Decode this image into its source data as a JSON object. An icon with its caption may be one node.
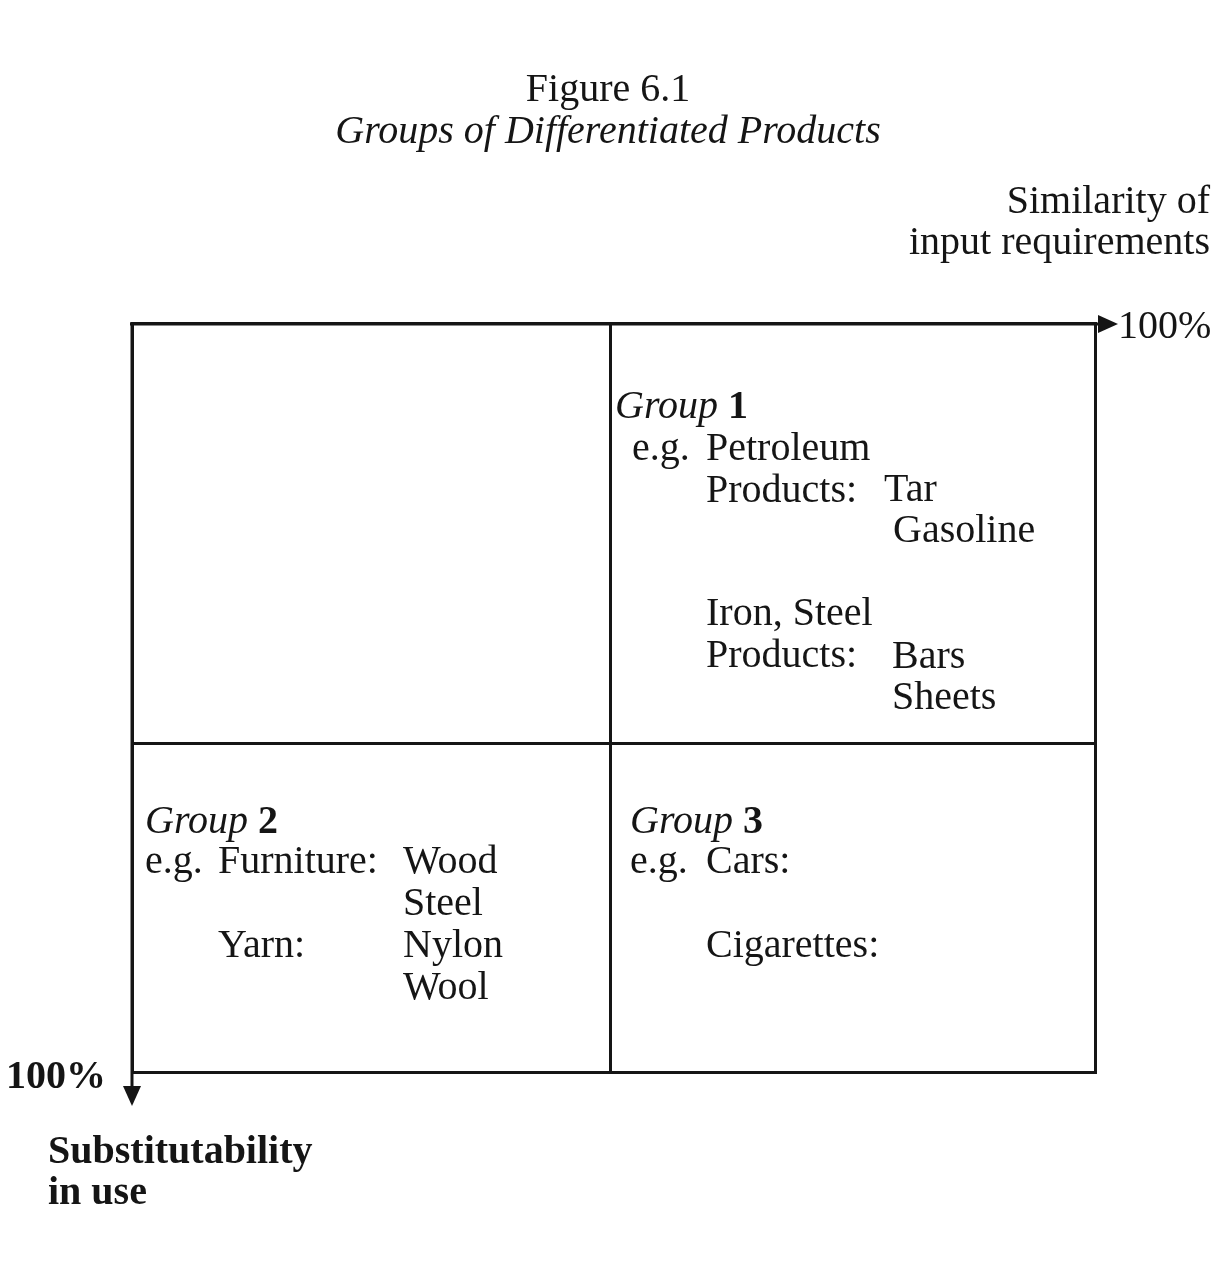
{
  "diagram": {
    "title": "Figure 6.1",
    "caption": "Groups of Differentiated Products",
    "nodes": [
      {
        "text": [],
        "shape": "box"
      },
      {
        "text": [
          "*Group* **1**",
          "e.g.",
          "Petroleum Products:",
          "Tar",
          "Gasoline",
          "Iron, Steel Products:",
          "Bars",
          "Sheets"
        ]
      },
      {
        "text": [
          "*Group* **2**",
          "e.g.",
          "Furniture:",
          "Wood",
          "Steel",
          "Yarn:",
          "Nylon",
          "Wool"
        ]
      },
      {
        "text": [
          "*Group* **3**",
          "e.g.",
          "Cars:",
          "Cigarettes:"
        ]
      }
    ],
    "labels": [
      "Similarity of input requirements",
      "100%",
      "100%",
      "Substitutability in use"
    ]
  }
}
